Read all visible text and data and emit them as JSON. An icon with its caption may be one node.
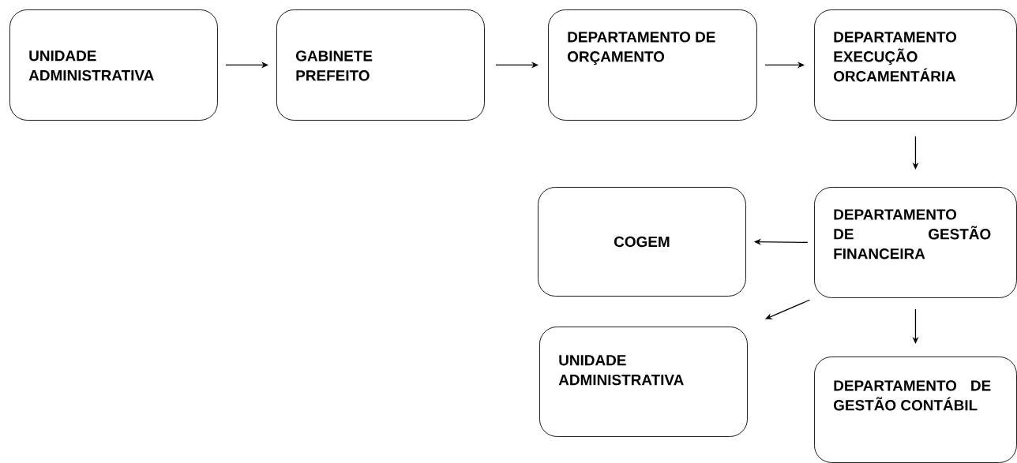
{
  "diagram": {
    "nodes": [
      {
        "text": [
          "UNIDADE ADMINISTRATIVA"
        ]
      },
      {
        "text": [
          "GABINETE PREFEITO"
        ]
      },
      {
        "text": [
          "DEPARTAMENTO DE ORÇAMENTO"
        ]
      },
      {
        "text": [
          "DEPARTAMENTO EXECUÇÃO ORCAMENTÁRIA"
        ]
      },
      {
        "text": [
          "COGEM"
        ]
      },
      {
        "text": [
          "DEPARTAMENTO DE GESTÃO FINANCEIRA"
        ]
      },
      {
        "text": [
          "UNIDADE ADMINISTRATIVA"
        ]
      },
      {
        "text": [
          "DEPARTAMENTO DE GESTÃO CONTÁBIL"
        ]
      }
    ],
    "edges": [
      {
        "from": 0,
        "to": 1,
        "arrow": "to"
      },
      {
        "from": 1,
        "to": 2,
        "arrow": "to"
      },
      {
        "from": 2,
        "to": 3,
        "arrow": "to"
      },
      {
        "from": 3,
        "to": 5,
        "arrow": "to"
      },
      {
        "from": 5,
        "to": 4,
        "arrow": "to"
      },
      {
        "from": 5,
        "to": 6,
        "arrow": "to"
      },
      {
        "from": 5,
        "to": 7,
        "arrow": "to"
      }
    ]
  }
}
